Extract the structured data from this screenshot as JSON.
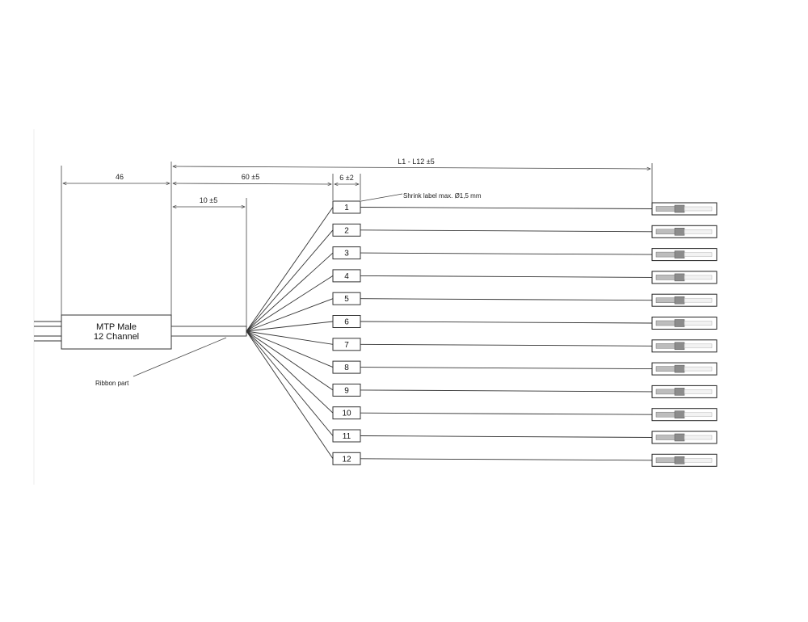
{
  "dimensions": {
    "total_length": "L1 - L12 ±5",
    "connector_length": "46",
    "breakout_length": "60 ±5",
    "ribbon_length": "10 ±5",
    "label_width": "6 ±2"
  },
  "annotations": {
    "shrink_label": "Shrink label max. Ø1,5 mm",
    "ribbon_part": "Ribbon part"
  },
  "connector": {
    "line1": "MTP Male",
    "line2": "12 Channel"
  },
  "channels": [
    "1",
    "2",
    "3",
    "4",
    "5",
    "6",
    "7",
    "8",
    "9",
    "10",
    "11",
    "12"
  ]
}
